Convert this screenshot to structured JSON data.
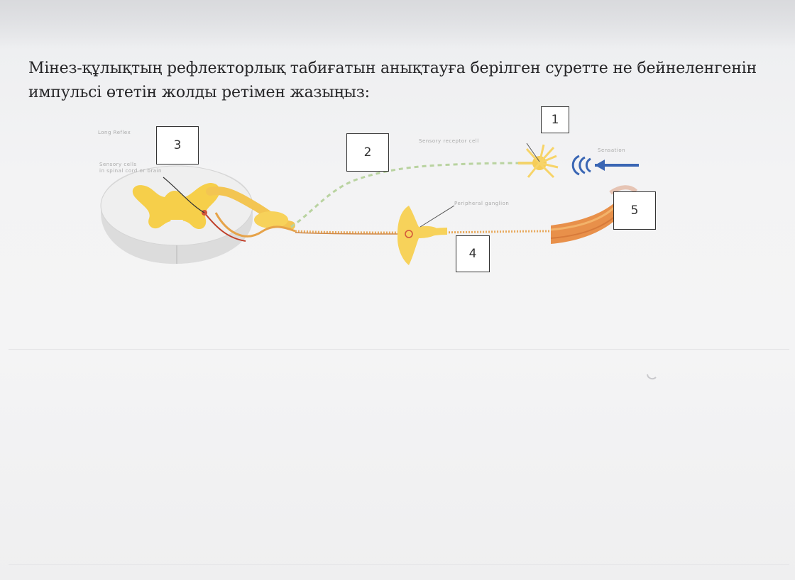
{
  "question": {
    "line1": "Мінез-құлықтың рефлекторлық табиғатын анықтауға берілген суретте не бейнеленгенін",
    "line2": "импульсі өтетін жолды ретімен жазыңыз:"
  },
  "diagram": {
    "title_label": "Long Reflex",
    "sensory_cells_label_1": "Sensory cells",
    "sensory_cells_label_2": "in spinal cord or brain",
    "receptor_label": "Sensory receptor cell",
    "sensation_label": "Sensation",
    "ganglion_label": "Peripheral ganglion",
    "boxes": [
      "1",
      "2",
      "3",
      "4",
      "5"
    ]
  },
  "colors": {
    "nerve_yellow": "#f7d25a",
    "muscle_orange": "#e8904a",
    "stimulus_blue": "#3a66b4"
  }
}
